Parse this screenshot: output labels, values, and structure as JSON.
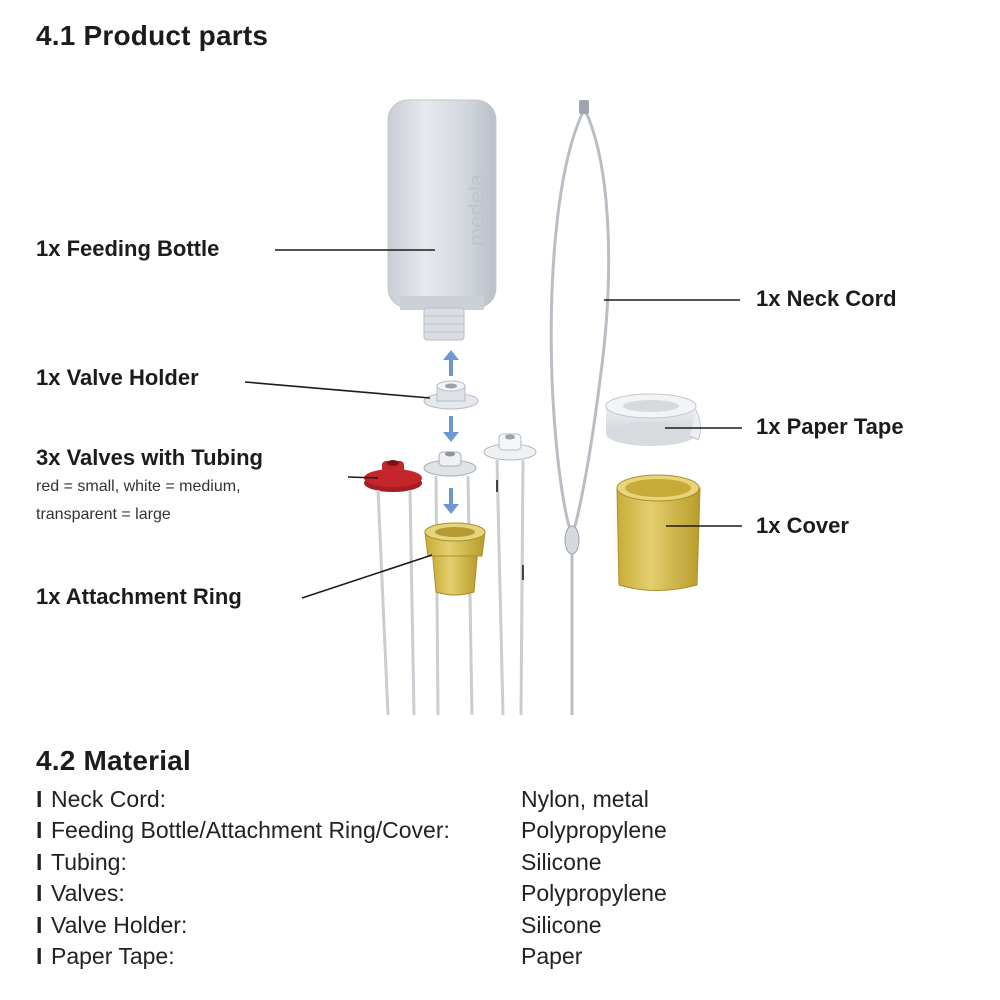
{
  "section1": {
    "title": "4.1 Product parts",
    "labels": {
      "feeding_bottle": "1x Feeding Bottle",
      "neck_cord": "1x Neck Cord",
      "valve_holder": "1x Valve Holder",
      "paper_tape": "1x Paper Tape",
      "valves": "3x Valves with Tubing",
      "valves_note_1": "red = small, white = medium,",
      "valves_note_2": "transparent = large",
      "cover": "1x Cover",
      "attachment_ring": "1x Attachment Ring"
    },
    "bottle_brand": "medela",
    "colors": {
      "bottle": "#d9dde2",
      "valve_red": "#c4262c",
      "ring_yellow": "#d9c15a",
      "cover_yellow": "#d6bc4a",
      "arrow_blue": "#6f97d4",
      "leader_line": "#1c1c1c"
    }
  },
  "section2": {
    "title": "4.2 Material",
    "bullet": "I",
    "rows": [
      {
        "part": "Neck Cord:",
        "material": "Nylon, metal"
      },
      {
        "part": "Feeding Bottle/Attachment Ring/Cover:",
        "material": "Polypropylene"
      },
      {
        "part": "Tubing:",
        "material": "Silicone"
      },
      {
        "part": "Valves:",
        "material": "Polypropylene"
      },
      {
        "part": "Valve Holder:",
        "material": "Silicone"
      },
      {
        "part": "Paper Tape:",
        "material": "Paper"
      }
    ]
  }
}
